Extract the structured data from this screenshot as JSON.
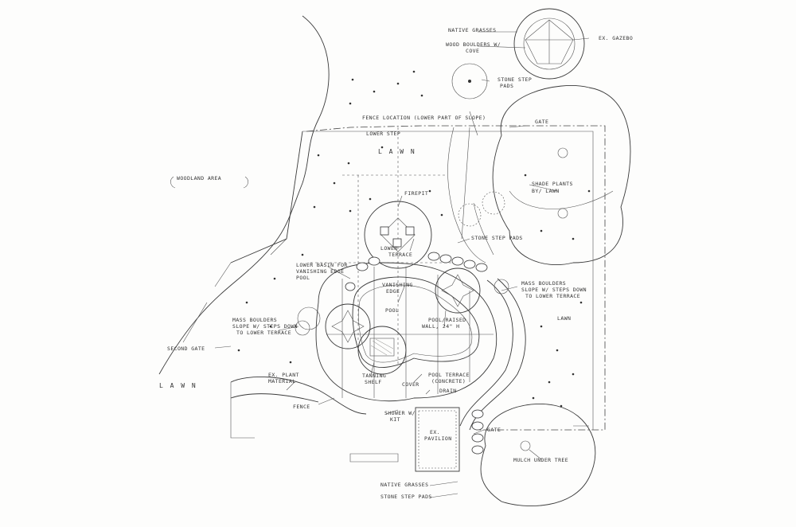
{
  "labels": {
    "woodland_area": "WOODLAND AREA",
    "lawn_top": "L A W N",
    "lawn_left": "L A W N",
    "lawn_right": "LAWN",
    "fence_location": "FENCE LOCATION (LOWER PART OF SLOPE)",
    "lower_step": "LOWER STEP",
    "native_grasses_top": "NATIVE GRASSES",
    "wood_boulders": "WOOD BOULDERS W/",
    "wood_boulders_2": "COVE",
    "ex_gazebo": "EX. GAZEBO",
    "stone_step_pads_top": "STONE STEP",
    "stone_step_pads_top_2": "PADS",
    "gate_top": "GATE",
    "shade_plants": "SHADE PLANTS",
    "shade_plants_2": "BY/ LAWN",
    "firepit": "FIREPIT",
    "lower_terrace": "LOWER",
    "lower_terrace_2": "TERRACE",
    "stone_step_pads_mid": "STONE STEP PADS",
    "lower_basin": "LOWER BASIN FOR",
    "lower_basin_2": "VANISHING EDGE",
    "lower_basin_3": "POOL",
    "vanishing_edge": "VANISHING",
    "vanishing_edge_2": "EDGE",
    "pool": "POOL",
    "pool_wall": "POOL/RAISED",
    "pool_wall_2": "WALL, 24\" H",
    "mass_boulders_right": "MASS BOULDERS",
    "mass_boulders_right_2": "SLOPE W/ STEPS DOWN",
    "mass_boulders_right_3": "TO LOWER TERRACE",
    "mass_boulders_left": "MASS BOULDERS",
    "mass_boulders_left_2": "SLOPE W/ STEPS DOWN",
    "mass_boulders_left_3": "TO LOWER TERRACE",
    "second_gate": "SECOND GATE",
    "ex_plant_material": "EX. PLANT",
    "ex_plant_material_2": "MATERIAL",
    "fence": "FENCE",
    "tanning_shelf": "TANNING",
    "tanning_shelf_2": "SHELF",
    "cover": "COVER",
    "pool_terrace": "POOL TERRACE",
    "pool_terrace_2": "(CONCRETE)",
    "drain": "DRAIN",
    "shower_kit": "SHOWER W/",
    "shower_kit_2": "KIT",
    "ex_pavilion": "EX.",
    "ex_pavilion_2": "PAVILION",
    "gate_bottom": "GATE",
    "mulch_under_tree": "MULCH UNDER TREE",
    "native_grasses_bottom": "NATIVE GRASSES",
    "stone_step_pads_bottom": "STONE STEP PADS"
  }
}
